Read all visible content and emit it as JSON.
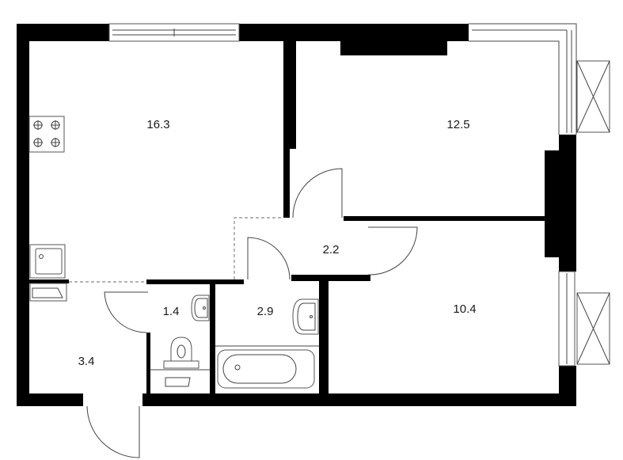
{
  "plan": {
    "rooms": [
      {
        "id": "kitchen-living",
        "area": "16.3"
      },
      {
        "id": "bedroom",
        "area": "12.5"
      },
      {
        "id": "corridor",
        "area": "2.2"
      },
      {
        "id": "toilet",
        "area": "1.4"
      },
      {
        "id": "bathroom",
        "area": "2.9"
      },
      {
        "id": "room",
        "area": "10.4"
      },
      {
        "id": "entrance-hall",
        "area": "3.4"
      }
    ],
    "colors": {
      "wall": "#000000",
      "line": "#444444",
      "background": "#ffffff"
    }
  }
}
